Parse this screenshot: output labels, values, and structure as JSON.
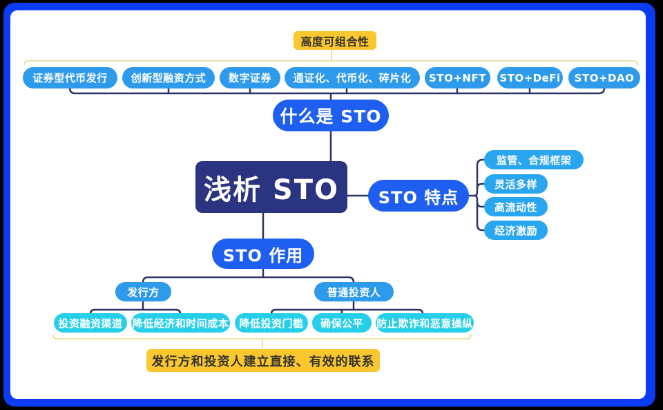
{
  "diagram": {
    "top_note": "高度可组合性",
    "top_row": [
      "证券型代币发行",
      "创新型融资方式",
      "数字证券",
      "通证化、代币化、碎片化",
      "STO+NFT",
      "STO+DeFi",
      "STO+DAO"
    ],
    "what_is": "什么是 STO",
    "title": "浅析 STO",
    "features": {
      "hub": "STO 特点",
      "items": [
        "监管、合规框架",
        "灵活多样",
        "高流动性",
        "经济激励"
      ]
    },
    "functions": {
      "hub": "STO 作用",
      "issuer": {
        "label": "发行方",
        "children": [
          "投资融资渠道",
          "降低经济和时间成本"
        ]
      },
      "investor": {
        "label": "普通投资人",
        "children": [
          "降低投资门槛",
          "确保公平",
          "防止欺诈和恶意操纵"
        ]
      }
    },
    "bottom_note": "发行方和投资人建立直接、有效的联系"
  },
  "colors": {
    "frame_blue": "#0B3BF2",
    "navy_box": "#2B3480",
    "royal_blue": "#1E5EF0",
    "sky_blue": "#2E9AEC",
    "azure_blue": "#2AA6F0",
    "cyan": "#26CFE9",
    "yellow": "#FBC72E",
    "pale_yellow_line": "#E9D987",
    "connector_navy": "#2A3363",
    "note_text": "#333333"
  }
}
